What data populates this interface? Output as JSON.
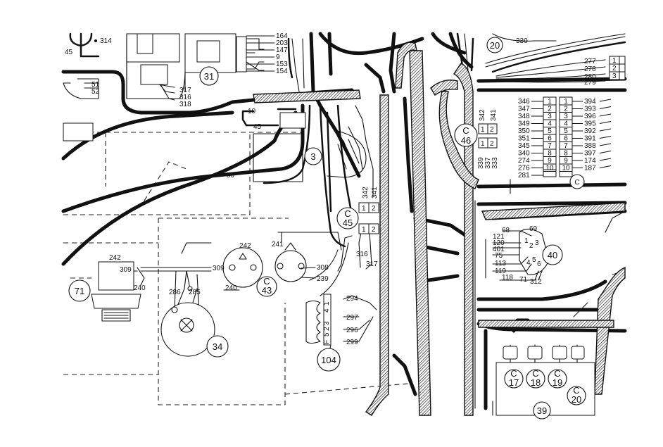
{
  "components": [
    {
      "id": "c31",
      "label": "31"
    },
    {
      "id": "c3",
      "label": "3"
    },
    {
      "id": "c46",
      "label": "46",
      "prefix": "C"
    },
    {
      "id": "c45",
      "label": "45",
      "prefix": "C"
    },
    {
      "id": "c43",
      "label": "43",
      "prefix": "C"
    },
    {
      "id": "c40",
      "label": "40"
    },
    {
      "id": "c71",
      "label": "71"
    },
    {
      "id": "c34",
      "label": "34"
    },
    {
      "id": "c104",
      "label": "104"
    },
    {
      "id": "c17",
      "label": "17",
      "prefix": "C"
    },
    {
      "id": "c18",
      "label": "18",
      "prefix": "C"
    },
    {
      "id": "c19",
      "label": "19",
      "prefix": "C"
    },
    {
      "id": "c20a",
      "label": "20",
      "prefix": "C"
    },
    {
      "id": "c39",
      "label": "39"
    },
    {
      "id": "c20top",
      "label": "20"
    },
    {
      "id": "cC",
      "label": "",
      "prefix": "C"
    }
  ],
  "wires_top_left": [
    "45",
    "314",
    "51",
    "52",
    "317",
    "316",
    "318",
    "10",
    "45",
    "50"
  ],
  "wires_top_relay": [
    "164",
    "203",
    "147",
    "9",
    "153",
    "154"
  ],
  "wires_top_right": [
    "330",
    "277",
    "278",
    "280",
    "279"
  ],
  "connector_right_pins_a": [
    "1",
    "2",
    "3"
  ],
  "c46_wires_top": [
    "342",
    "341"
  ],
  "c46_wires_bottom": [
    "339",
    "337",
    "333"
  ],
  "c46_pins": [
    "1",
    "2",
    "1",
    "2"
  ],
  "block_left_wires": [
    "346",
    "347",
    "348",
    "349",
    "350",
    "351",
    "345",
    "340",
    "274",
    "276",
    "281"
  ],
  "block_left_pins": [
    "1",
    "2",
    "3",
    "4",
    "5",
    "6",
    "7",
    "8",
    "9",
    "10"
  ],
  "block_right_pins": [
    "1",
    "2",
    "3",
    "4",
    "5",
    "6",
    "7",
    "8",
    "9",
    "10"
  ],
  "block_right_wires": [
    "394",
    "393",
    "396",
    "395",
    "392",
    "391",
    "388",
    "397",
    "174",
    "187"
  ],
  "c45_wires": [
    "342",
    "341",
    "316",
    "317"
  ],
  "c45_pins": [
    "1",
    "2",
    "1",
    "2"
  ],
  "c40_wires": [
    "68",
    "69",
    "121",
    "120",
    "401",
    "75",
    "113",
    "119",
    "118",
    "71",
    "312"
  ],
  "c40_pins": [
    "1",
    "2",
    "3",
    "4",
    "5",
    "6"
  ],
  "c43_wires": [
    "242",
    "309",
    "240",
    "241",
    "308",
    "239"
  ],
  "c71_wires": [
    "242",
    "309",
    "240"
  ],
  "c34_wires": [
    "286",
    "285"
  ],
  "c104_wires": [
    "294",
    "297",
    "296",
    "299"
  ],
  "c104_pins": [
    "1",
    "4",
    "3",
    "2",
    "5",
    "F"
  ]
}
